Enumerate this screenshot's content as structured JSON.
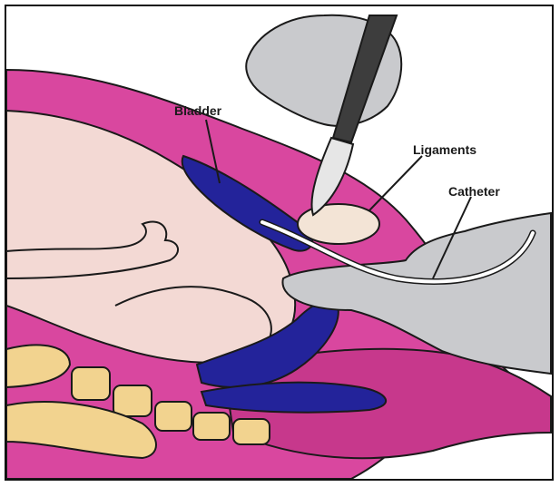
{
  "labels": {
    "bladder": "Bladder",
    "ligaments": "Ligaments",
    "catheter": "Catheter"
  },
  "colors": {
    "tissue_pink": "#d9479f",
    "tissue_light": "#f3d9d4",
    "bladder_blue": "#23239a",
    "bone": "#f2d38f",
    "glove": "#c9cacd",
    "scalpel": "#3d3d3d",
    "outline": "#1a1a1a"
  }
}
